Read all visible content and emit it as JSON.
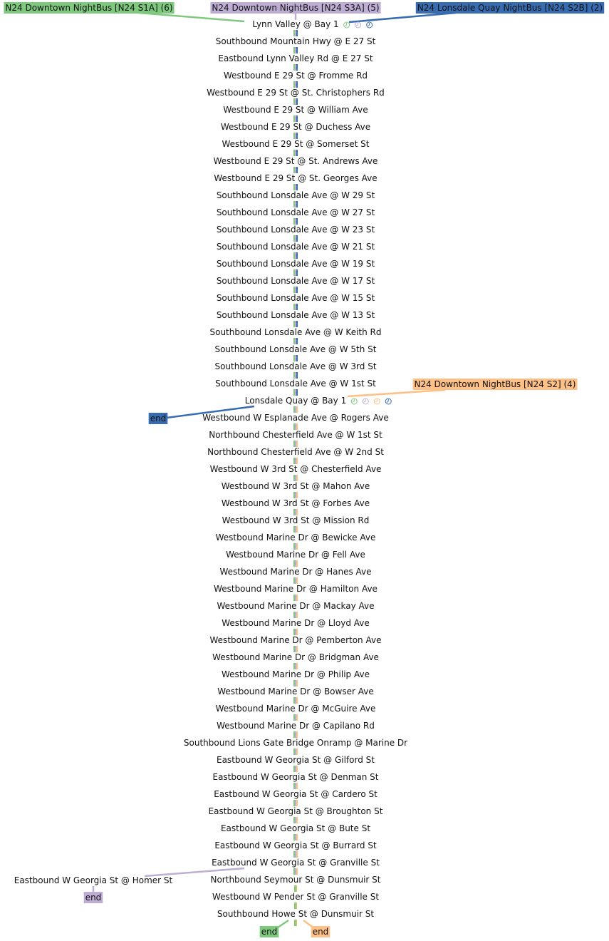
{
  "colors": {
    "s1a": "#7fc97f",
    "s3a": "#beaed4",
    "s2b": "#386cb0",
    "s2": "#fdc086",
    "bar_olive": "#c7c966"
  },
  "routes": [
    {
      "id": "s1a",
      "label": "N24 Downtown NightBus [N24 S1A] (6)",
      "end_label": "end"
    },
    {
      "id": "s3a",
      "label": "N24 Downtown NightBus [N24 S3A] (5)",
      "end_label": "end"
    },
    {
      "id": "s2b",
      "label": "N24 Lonsdale Quay NightBus [N24 S2B] (2)",
      "end_label": "end"
    },
    {
      "id": "s2",
      "label": "N24 Downtown NightBus [N24 S2] (4)",
      "end_label": "end"
    }
  ],
  "stops": [
    {
      "name": "Lynn Valley @ Bay 1",
      "clocks": [
        "s1a",
        "s3a",
        "s2b"
      ]
    },
    {
      "name": "Southbound Mountain Hwy @ E 27 St"
    },
    {
      "name": "Eastbound Lynn Valley Rd @ E 27 St"
    },
    {
      "name": "Westbound E 29 St @ Fromme Rd"
    },
    {
      "name": "Westbound E 29 St @ St. Christophers Rd"
    },
    {
      "name": "Westbound E 29 St @ William Ave"
    },
    {
      "name": "Westbound E 29 St @ Duchess Ave"
    },
    {
      "name": "Westbound E 29 St @ Somerset St"
    },
    {
      "name": "Westbound E 29 St @ St. Andrews Ave"
    },
    {
      "name": "Westbound E 29 St @ St. Georges Ave"
    },
    {
      "name": "Southbound Lonsdale Ave @ W 29 St"
    },
    {
      "name": "Southbound Lonsdale Ave @ W 27 St"
    },
    {
      "name": "Southbound Lonsdale Ave @ W 23 St"
    },
    {
      "name": "Southbound Lonsdale Ave @ W 21 St"
    },
    {
      "name": "Southbound Lonsdale Ave @ W 19 St"
    },
    {
      "name": "Southbound Lonsdale Ave @ W 17 St"
    },
    {
      "name": "Southbound Lonsdale Ave @ W 15 St"
    },
    {
      "name": "Southbound Lonsdale Ave @ W 13 St"
    },
    {
      "name": "Southbound Lonsdale Ave @ W Keith Rd"
    },
    {
      "name": "Southbound Lonsdale Ave @ W 5th St"
    },
    {
      "name": "Southbound Lonsdale Ave @ W 3rd St"
    },
    {
      "name": "Southbound Lonsdale Ave @ W 1st St"
    },
    {
      "name": "Lonsdale Quay @ Bay 1",
      "clocks": [
        "s1a",
        "s3a",
        "s2",
        "s2b"
      ]
    },
    {
      "name": "Westbound W Esplanade Ave @ Rogers Ave"
    },
    {
      "name": "Northbound Chesterfield Ave @ W 1st St"
    },
    {
      "name": "Northbound Chesterfield Ave @ W 2nd St"
    },
    {
      "name": "Westbound W 3rd St @ Chesterfield Ave"
    },
    {
      "name": "Westbound W 3rd St @ Mahon Ave"
    },
    {
      "name": "Westbound W 3rd St @ Forbes Ave"
    },
    {
      "name": "Westbound W 3rd St @ Mission Rd"
    },
    {
      "name": "Westbound Marine Dr @ Bewicke Ave"
    },
    {
      "name": "Westbound Marine Dr @ Fell Ave"
    },
    {
      "name": "Westbound Marine Dr @ Hanes Ave"
    },
    {
      "name": "Westbound Marine Dr @ Hamilton Ave"
    },
    {
      "name": "Westbound Marine Dr @ Mackay Ave"
    },
    {
      "name": "Westbound Marine Dr @ Lloyd Ave"
    },
    {
      "name": "Westbound Marine Dr @ Pemberton Ave"
    },
    {
      "name": "Westbound Marine Dr @ Bridgman Ave"
    },
    {
      "name": "Westbound Marine Dr @ Philip Ave"
    },
    {
      "name": "Westbound Marine Dr @ Bowser Ave"
    },
    {
      "name": "Westbound Marine Dr @ McGuire Ave"
    },
    {
      "name": "Westbound Marine Dr @ Capilano Rd"
    },
    {
      "name": "Southbound Lions Gate Bridge Onramp @ Marine Dr"
    },
    {
      "name": "Eastbound W Georgia St @ Gilford St"
    },
    {
      "name": "Eastbound W Georgia St @ Denman St"
    },
    {
      "name": "Eastbound W Georgia St @ Cardero St"
    },
    {
      "name": "Eastbound W Georgia St @ Broughton St"
    },
    {
      "name": "Eastbound W Georgia St @ Bute St"
    },
    {
      "name": "Eastbound W Georgia St @ Burrard St"
    },
    {
      "name": "Eastbound W Georgia St @ Granville St"
    },
    {
      "name": "Northbound Seymour St @ Dunsmuir St"
    },
    {
      "name": "Westbound W Pender St @ Granville St"
    },
    {
      "name": "Southbound Howe St @ Dunsmuir St"
    }
  ],
  "branch_stop": {
    "name": "Eastbound W Georgia St @ Homer St"
  },
  "segments": [
    {
      "from": 0,
      "to": 21,
      "colors": [
        "s1a",
        "s3a",
        "s2b"
      ]
    },
    {
      "from": 22,
      "to": 49,
      "colors": [
        "s1a",
        "s3a",
        "s2"
      ]
    },
    {
      "from": 50,
      "to": 52,
      "colors": [
        "s1a",
        "bar_olive"
      ]
    }
  ]
}
